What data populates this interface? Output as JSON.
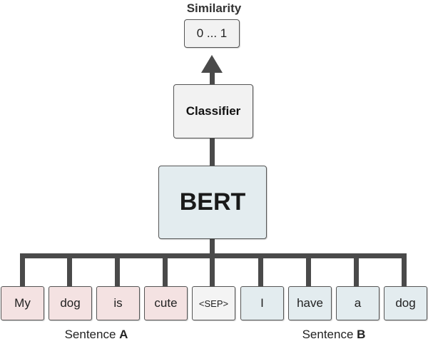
{
  "similarity": {
    "title": "Similarity",
    "range": "0 ... 1"
  },
  "classifier": {
    "label": "Classifier"
  },
  "bert": {
    "label": "BERT"
  },
  "tokens": [
    {
      "text": "My",
      "group": "a"
    },
    {
      "text": "dog",
      "group": "a"
    },
    {
      "text": "is",
      "group": "a"
    },
    {
      "text": "cute",
      "group": "a"
    },
    {
      "text": "<SEP>",
      "group": "sep"
    },
    {
      "text": "I",
      "group": "b"
    },
    {
      "text": "have",
      "group": "b"
    },
    {
      "text": "a",
      "group": "b"
    },
    {
      "text": "dog",
      "group": "b"
    }
  ],
  "sentences": {
    "a": {
      "prefix": "Sentence ",
      "letter": "A"
    },
    "b": {
      "prefix": "Sentence ",
      "letter": "B"
    }
  },
  "colors": {
    "sentence_a_fill": "#f4e2e2",
    "sentence_b_fill": "#e3ecef",
    "sep_fill": "#f4f4f4",
    "connector": "#4a4a4a"
  }
}
